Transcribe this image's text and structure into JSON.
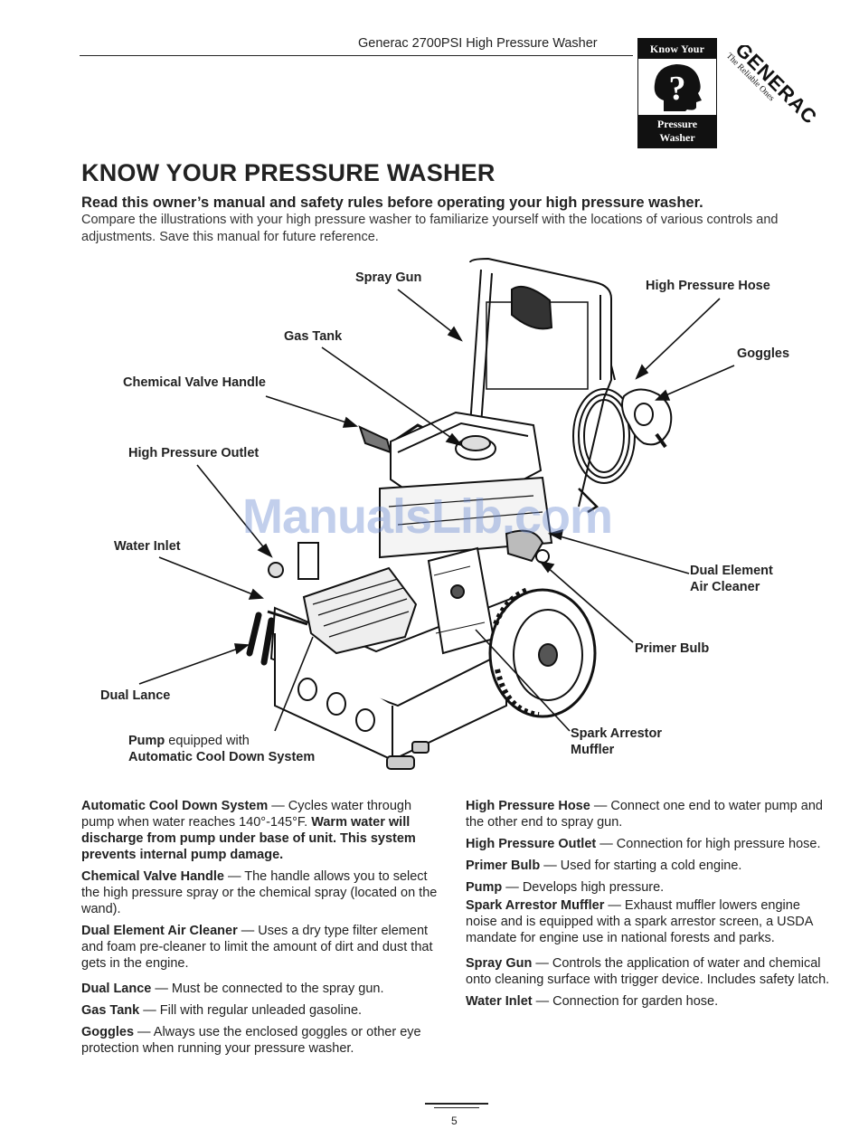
{
  "header": {
    "title": "Generac 2700PSI High Pressure Washer",
    "logo_top": "Know Your",
    "logo_bottom_1": "Pressure",
    "logo_bottom_2": "Washer",
    "logo_symbol": "?",
    "brand": "GENERAC",
    "brand_tagline": "The Reliable Ones"
  },
  "heading": "KNOW YOUR PRESSURE WASHER",
  "intro": {
    "bold": "Read this owner’s manual and safety rules before operating your high pressure washer.",
    "text": "Compare the illustrations with your high pressure washer to familiarize yourself with the locations of various controls and adjustments.  Save this manual for future reference."
  },
  "diagram_labels": {
    "spray_gun": "Spray Gun",
    "high_pressure_hose": "High Pressure Hose",
    "gas_tank": "Gas Tank",
    "goggles": "Goggles",
    "chemical_valve_handle": "Chemical Valve Handle",
    "high_pressure_outlet": "High Pressure Outlet",
    "water_inlet": "Water Inlet",
    "dual_element_1": "Dual Element",
    "dual_element_2": "Air Cleaner",
    "primer_bulb": "Primer Bulb",
    "dual_lance": "Dual Lance",
    "pump": "Pump",
    "pump_suffix": " equipped with",
    "pump_line2": "Automatic Cool Down System",
    "spark_1": "Spark Arrestor",
    "spark_2": "Muffler"
  },
  "watermark": "ManualsLib.com",
  "left_column": [
    {
      "term": "Automatic Cool Down System",
      "text": " — Cycles water through pump when water reaches 140°-145°F. ",
      "bold_tail": "Warm water will discharge from pump under base of unit. This system prevents internal pump damage."
    },
    {
      "term": "Chemical Valve Handle",
      "text": " — The handle allows you to select the high pressure spray or the chemical spray (located on the wand).",
      "bold_tail": ""
    },
    {
      "term": "Dual Element Air Cleaner",
      "text": " — Uses a dry type filter element and foam pre-cleaner to limit the amount of dirt and dust that gets in the engine.",
      "bold_tail": ""
    },
    {
      "term": "Dual Lance",
      "text": " — Must be connected to the spray gun.",
      "bold_tail": ""
    },
    {
      "term": "Gas Tank",
      "text": " — Fill with regular unleaded gasoline.",
      "bold_tail": ""
    },
    {
      "term": "Goggles",
      "text": " — Always use the enclosed goggles or other eye protection when running your pressure washer.",
      "bold_tail": ""
    }
  ],
  "right_column": [
    {
      "term": "High Pressure Hose",
      "text": " — Connect one end to water pump and the other end to spray gun."
    },
    {
      "term": "High Pressure Outlet",
      "text": " — Connection for high pressure hose."
    },
    {
      "term": "Primer Bulb",
      "text": " — Used for starting a cold engine."
    },
    {
      "term": "Pump",
      "text": " — Develops high pressure."
    },
    {
      "term": "Spark Arrestor Muffler",
      "text": " — Exhaust muffler lowers engine noise and is equipped with a spark arrestor screen, a USDA mandate for engine use in national forests and parks."
    },
    {
      "term": "Spray Gun",
      "text": " — Controls the application of water and chemical onto cleaning surface with trigger device. Includes safety latch."
    },
    {
      "term": "Water Inlet",
      "text": " — Connection for garden hose."
    }
  ],
  "page_number": "5"
}
